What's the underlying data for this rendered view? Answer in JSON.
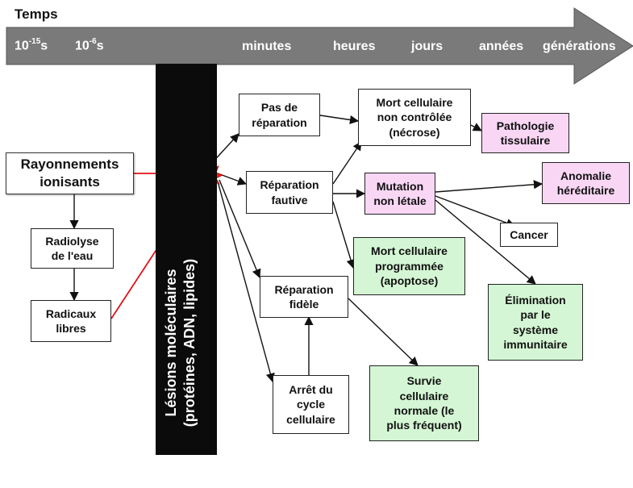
{
  "timeline": {
    "title": "Temps",
    "t1_base": "10",
    "t1_exp": "-15",
    "t1_unit": "s",
    "t2_base": "10",
    "t2_exp": "-6",
    "t2_unit": "s",
    "minutes": "minutes",
    "heures": "heures",
    "jours": "jours",
    "annees": "années",
    "generations": "générations"
  },
  "bar_label": "Lésions moléculaires\n(protéines, ADN, lipides)",
  "nodes": {
    "rayonnements": "Rayonnements\nionisants",
    "radiolyse": "Radiolyse\nde l'eau",
    "radicaux": "Radicaux\nlibres",
    "pas_reparation": "Pas de\nréparation",
    "reparation_fautive": "Réparation\nfautive",
    "reparation_fidele": "Réparation\nfidèle",
    "arret_cycle": "Arrêt du\ncycle\ncellulaire",
    "mort_non_controlee": "Mort cellulaire\nnon contrôlée\n(nécrose)",
    "pathologie": "Pathologie\ntissulaire",
    "mutation": "Mutation\nnon létale",
    "apoptose": "Mort cellulaire\nprogrammée\n(apoptose)",
    "survie": "Survie\ncellulaire\nnormale (le\nplus fréquent)",
    "anomalie": "Anomalie\nhéréditaire",
    "cancer": "Cancer",
    "elimination": "Élimination\npar le\nsystème\nimmunitaire"
  },
  "colors": {
    "timeline_fill": "#7a7a7a",
    "bar": "#0b0b0b",
    "pink": "#f8d6f4",
    "green": "#d4f6d4",
    "red_arrow": "#e0101a",
    "arrow": "#111111"
  }
}
